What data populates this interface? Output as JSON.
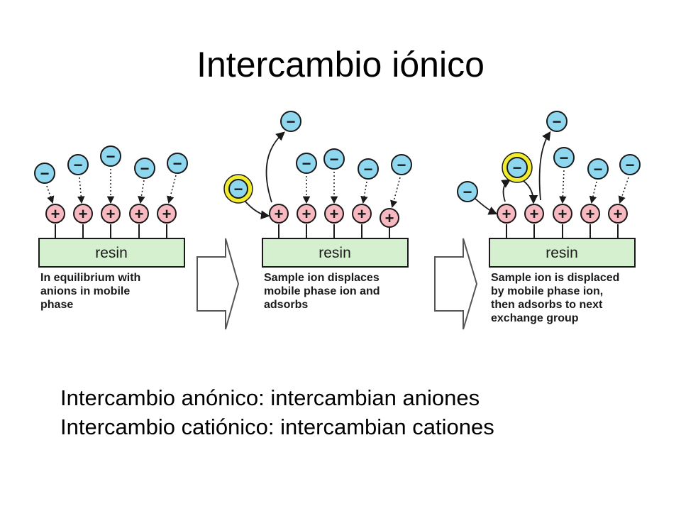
{
  "slide": {
    "title": "Intercambio iónico",
    "bullets": [
      "Intercambio anónico: intercambian aniones",
      "Intercambio catiónico: intercambian cationes"
    ]
  },
  "diagram": {
    "cation_symbol": "+",
    "anion_symbol": "−",
    "resin_label": "resin",
    "panels": [
      {
        "caption": [
          "In equilibrium with",
          "anions in mobile",
          "phase"
        ]
      },
      {
        "caption": [
          "Sample ion displaces",
          "mobile phase ion and",
          "adsorbs"
        ]
      },
      {
        "caption": [
          "Sample ion is displaced",
          "by mobile phase ion,",
          "then adsorbs to next",
          "exchange group"
        ]
      }
    ]
  },
  "colors": {
    "resin_fill": "#d5f0cf",
    "cation_fill": "#f7b8bf",
    "anion_fill": "#8fd7ee",
    "sample_ring": "#f2ec2e",
    "arrow_fill": "#ffffff",
    "outline": "#1a1a1a"
  }
}
